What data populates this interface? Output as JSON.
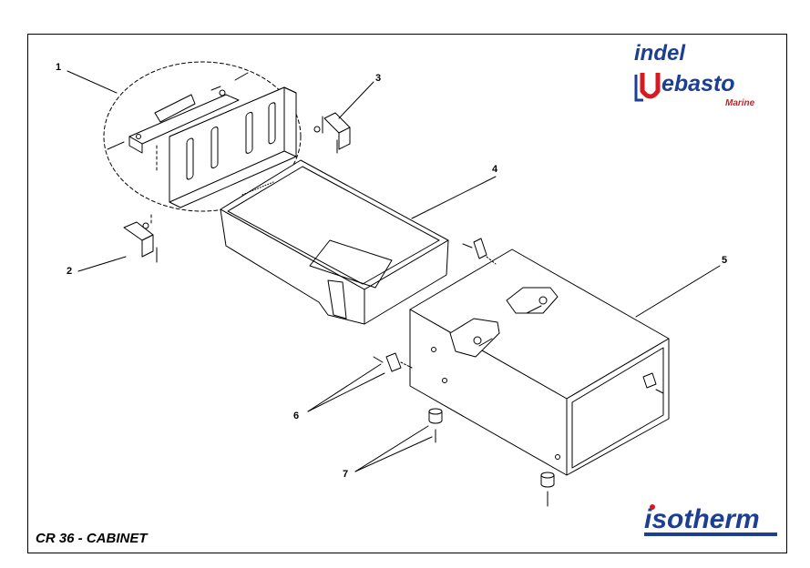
{
  "caption": "CR 36 - CABINET",
  "brand": {
    "indel": "indel",
    "webasto": "ebasto",
    "marine": "Marine",
    "isotherm": "isotherm",
    "colors": {
      "blue": "#1c3f94",
      "red": "#d71920"
    }
  },
  "callouts": [
    "1",
    "2",
    "3",
    "4",
    "5",
    "6",
    "7"
  ]
}
